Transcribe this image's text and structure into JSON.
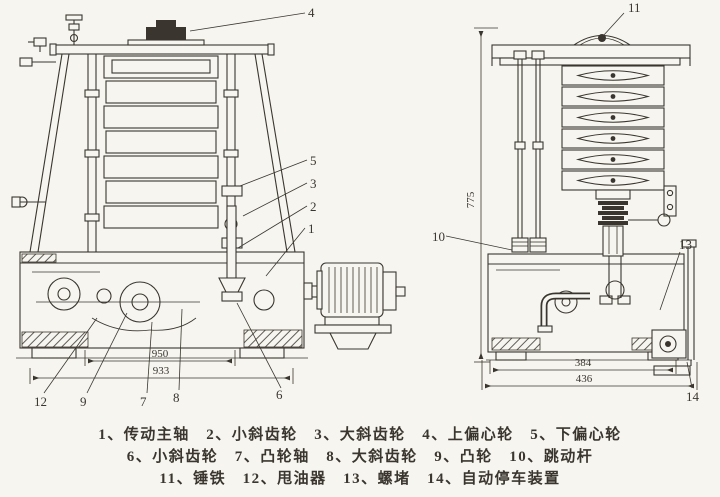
{
  "drawing": {
    "callouts": {
      "n1": "1",
      "n2": "2",
      "n3": "3",
      "n4": "4",
      "n5": "5",
      "n6": "6",
      "n7": "7",
      "n8": "8",
      "n9": "9",
      "n10": "10",
      "n11": "11",
      "n12": "12",
      "n13": "13",
      "n14": "14"
    },
    "dimensions": {
      "left_span_inner": "950",
      "left_span_outer": "933",
      "right_height": "775",
      "right_span_inner": "384",
      "right_span_outer": "436"
    }
  },
  "legend": {
    "line1": "1、传动主轴　2、小斜齿轮　3、大斜齿轮　4、上偏心轮　5、下偏心轮",
    "line2": "6、小斜齿轮　7、凸轮轴　8、大斜齿轮　9、凸轮　10、跳动杆",
    "line3": "11、锤铁　12、甩油器　13、螺堵　14、自动停车装置"
  },
  "colors": {
    "ink": "#3a362f",
    "paper": "#f7f5f0"
  }
}
